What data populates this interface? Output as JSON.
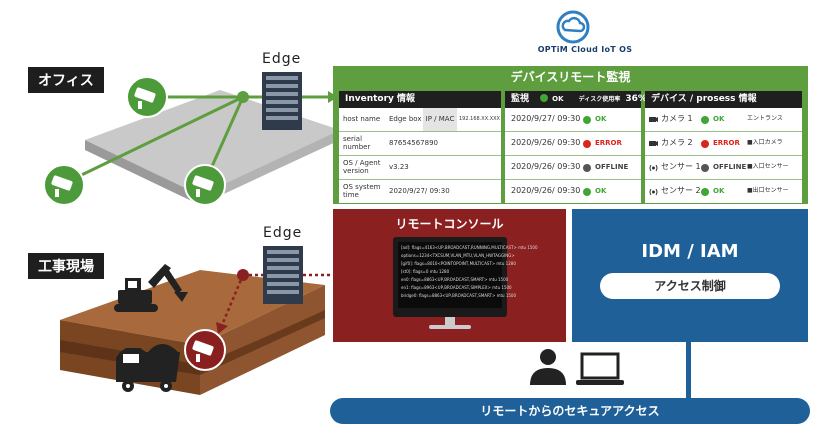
{
  "logo": {
    "text": "OPTiM Cloud IoT OS"
  },
  "sites": {
    "office": "オフィス",
    "construction": "工事現場"
  },
  "edge": {
    "label_top": "Edge",
    "label_bottom": "Edge"
  },
  "monitor_panel": {
    "title": "デバイスリモート監視",
    "inventory": {
      "header": "Inventory 情報",
      "rows": [
        {
          "label": "host name",
          "value": "Edge box",
          "extra_label": "IP / MAC",
          "extra_value": "192.168.XX.XXX"
        },
        {
          "label": "serial number",
          "value": "87654567890"
        },
        {
          "label": "OS / Agent version",
          "value": "v3.23"
        },
        {
          "label": "OS system time",
          "value": "2020/9/27/ 09:30"
        }
      ]
    },
    "monitoring": {
      "header": "監視",
      "header_status": "OK",
      "disk_label": "ディスク使用率",
      "disk_value": "36%",
      "rows": [
        {
          "time": "2020/9/27/ 09:30",
          "status": "OK",
          "color": "#3fa535"
        },
        {
          "time": "2020/9/26/ 09:30",
          "status": "ERROR",
          "color": "#d9261c"
        },
        {
          "time": "2020/9/26/ 09:30",
          "status": "OFFLINE",
          "color": "#555555"
        },
        {
          "time": "2020/9/26/ 09:30",
          "status": "OK",
          "color": "#3fa535"
        }
      ]
    },
    "devices": {
      "header": "デバイス / prosess 情報",
      "rows": [
        {
          "icon": "camera-icon",
          "name": "カメラ 1",
          "status": "OK",
          "color": "#3fa535",
          "note": "エントランス"
        },
        {
          "icon": "camera-icon",
          "name": "カメラ 2",
          "status": "ERROR",
          "color": "#d9261c",
          "note": "■入口カメラ"
        },
        {
          "icon": "sensor-icon",
          "name": "センサー 1",
          "status": "OFFLINE",
          "color": "#555555",
          "note": "■入口センサー"
        },
        {
          "icon": "sensor-icon",
          "name": "センサー 2",
          "status": "OK",
          "color": "#3fa535",
          "note": "■出口センサー"
        }
      ]
    }
  },
  "console": {
    "title": "リモートコンソール",
    "lines": [
      "[ad]: flags=4163<UP,BROADCAST,RUNNING,MULTICAST> mtu 1500",
      "options=1234<TXCSUM,VLAN_MTU,VLAN_HWTAGGING>",
      "[gif0]: flags=8010<POINTOPOINT,MULTICAST> mtu 1280",
      "[st0]: flags=0 mtu 1280",
      "en0: flags=8863<UP,BROADCAST,SMART> mtu 1500",
      "en1: flags=8963<UP,BROADCAST,SIMPLEX> mtu 1500",
      "bridge0: flags=8863<UP,BROADCAST,SMART> mtu 1500"
    ]
  },
  "idm": {
    "title": "IDM / IAM",
    "button": "アクセス制御"
  },
  "secure_access": {
    "label": "リモートからのセキュアアクセス"
  },
  "colors": {
    "green": "#5e9e3f",
    "dark_red": "#8b2020",
    "blue": "#1f6098",
    "device_green": "#4c9a3a",
    "device_red": "#8a1f1f"
  }
}
